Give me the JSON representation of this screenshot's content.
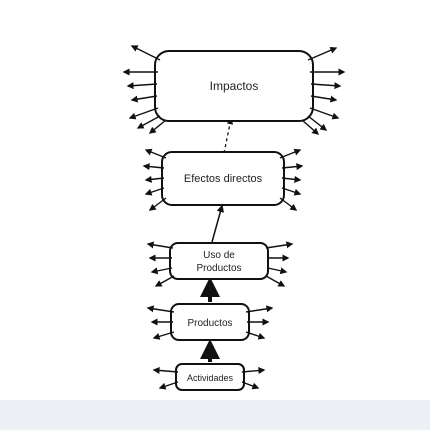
{
  "diagram": {
    "boxes": {
      "impactos": "Impactos",
      "efectos_directos": "Efectos directos",
      "uso_de_productos_line1": "Uso de",
      "uso_de_productos_line2": "Productos",
      "productos": "Productos",
      "actividades": "Actividades"
    }
  },
  "colors": {
    "stroke": "#111111",
    "background": "#ffffff",
    "bottom_band": "#eceff3"
  }
}
